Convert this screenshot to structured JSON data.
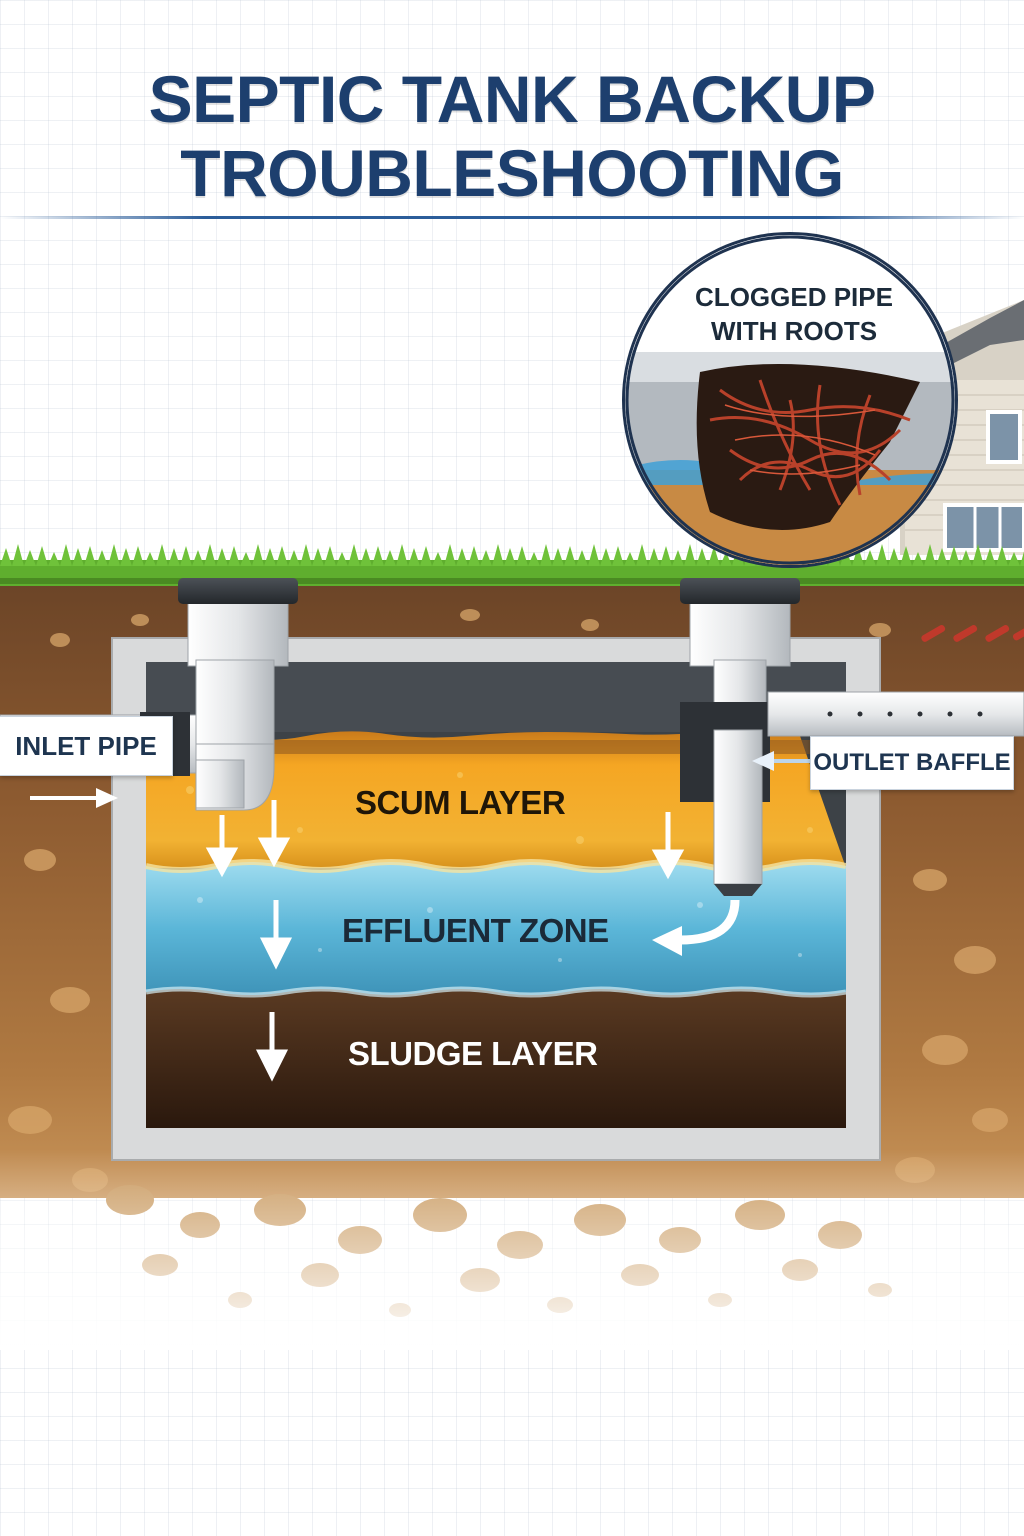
{
  "title": {
    "line1": "SEPTIC TANK BACKUP",
    "line2": "TROUBLESHOOTING"
  },
  "inset": {
    "line1": "CLOGGED PIPE",
    "line2": "WITH ROOTS"
  },
  "labels": {
    "inlet_pipe": "INLET PIPE",
    "outlet_baffle": "OUTLET BAFFLE"
  },
  "layers": {
    "scum": "SCUM LAYER",
    "effluent": "EFFLUENT ZONE",
    "sludge": "SLUDGE LAYER"
  },
  "colors": {
    "title": "#1d3f6e",
    "scum": "#f2a623",
    "effluent": "#5bb6d8",
    "sludge": "#3b2416",
    "soil": "#8a5a32",
    "grass": "#5fae2e",
    "concrete": "#d9dadb"
  },
  "icons": [
    "arrow-down-icon",
    "arrow-right-icon",
    "arrow-left-icon",
    "house-icon",
    "roots-icon"
  ]
}
